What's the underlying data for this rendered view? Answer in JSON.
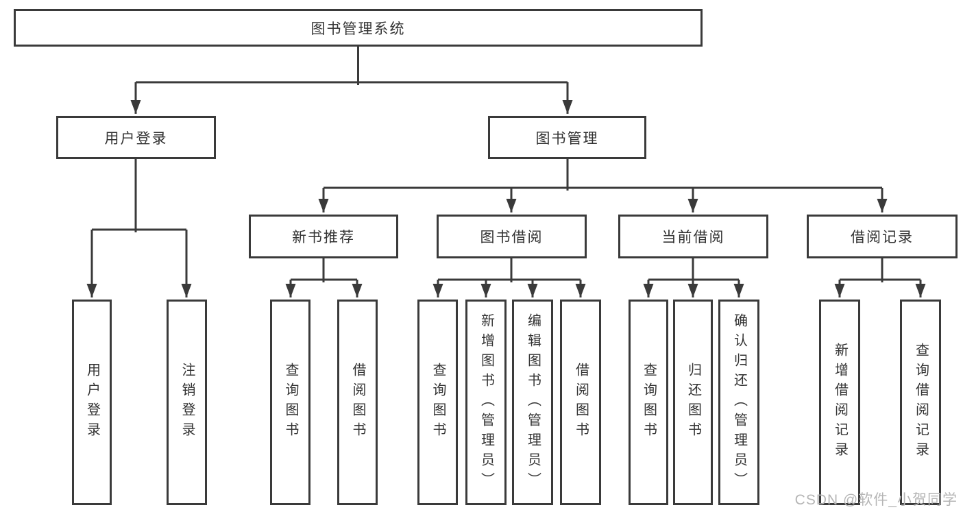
{
  "diagram": {
    "type": "hierarchy-tree",
    "nodes": {
      "root": "图书管理系统",
      "user_login": "用户登录",
      "book_management": "图书管理",
      "new_book_recommend": "新书推荐",
      "book_borrowing": "图书借阅",
      "current_borrowing": "当前借阅",
      "borrowing_records": "借阅记录",
      "ul_user_login": "用户登录",
      "ul_logout": "注销登录",
      "nr_query_books": "查询图书",
      "nr_borrow_books": "借阅图书",
      "bb_query_books": "查询图书",
      "bb_add_books_admin": "新增图书（管理员）",
      "bb_edit_books_admin": "编辑图书（管理员）",
      "bb_borrow_books": "借阅图书",
      "cb_query_books": "查询图书",
      "cb_return_books": "归还图书",
      "cb_confirm_return_admin": "确认归还（管理员）",
      "br_add_record": "新增借阅记录",
      "br_query_record": "查询借阅记录"
    },
    "edges": [
      [
        "root",
        "user_login"
      ],
      [
        "root",
        "book_management"
      ],
      [
        "user_login",
        "ul_user_login"
      ],
      [
        "user_login",
        "ul_logout"
      ],
      [
        "book_management",
        "new_book_recommend"
      ],
      [
        "book_management",
        "book_borrowing"
      ],
      [
        "book_management",
        "current_borrowing"
      ],
      [
        "book_management",
        "borrowing_records"
      ],
      [
        "new_book_recommend",
        "nr_query_books"
      ],
      [
        "new_book_recommend",
        "nr_borrow_books"
      ],
      [
        "book_borrowing",
        "bb_query_books"
      ],
      [
        "book_borrowing",
        "bb_add_books_admin"
      ],
      [
        "book_borrowing",
        "bb_edit_books_admin"
      ],
      [
        "book_borrowing",
        "bb_borrow_books"
      ],
      [
        "current_borrowing",
        "cb_query_books"
      ],
      [
        "current_borrowing",
        "cb_return_books"
      ],
      [
        "current_borrowing",
        "cb_confirm_return_admin"
      ],
      [
        "borrowing_records",
        "br_add_record"
      ],
      [
        "borrowing_records",
        "br_query_record"
      ]
    ],
    "colors": {
      "line": "#3a3a3a",
      "box_border": "#3a3a3a",
      "box_fill": "#ffffff",
      "text": "#333333",
      "watermark": "#b5b5b5",
      "background": "#ffffff"
    }
  },
  "watermark": {
    "text": "CSDN @软件_小贺同学"
  }
}
